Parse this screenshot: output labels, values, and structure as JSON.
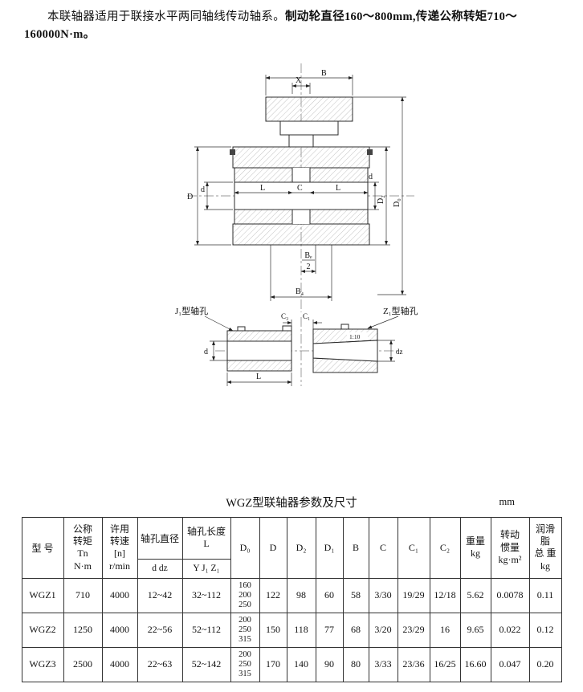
{
  "intro": {
    "part1": "本联轴器适用于联接水平两同轴线传动轴系。",
    "part2": "制动轮直径160～800mm,传递公称转矩710～160000N·m。"
  },
  "diagram": {
    "b": "B",
    "x": "X",
    "D": "D",
    "d_left": "d",
    "L_left": "L",
    "C": "C",
    "L_right": "L",
    "d_right": "d",
    "D2": "D₂",
    "D0": "D₀",
    "Be_num": "Bₑ",
    "Be_den": "2",
    "B4": "B₄",
    "j1_label": "J₁型轴孔",
    "z1_label": "Z₁型轴孔",
    "C3": "C₃",
    "C1": "C₁",
    "taper": "1:10",
    "d_detail": "d",
    "L_detail": "L",
    "dz_detail": "dz"
  },
  "table": {
    "title": "WGZ型联轴器参数及尺寸",
    "unit": "mm",
    "headers": {
      "model": "型  号",
      "torque": "公称\n转矩\nTn\nN·m",
      "speed": "许用\n转速\n[n]\nr/min",
      "bore_dia_top": "轴孔直径",
      "bore_dia_sub": "d  dz",
      "bore_len_top": "轴孔长度\nL",
      "bore_len_sub": "Y  J₁  Z₁",
      "D0": "D₀",
      "D": "D",
      "D2": "D₂",
      "D1": "D₁",
      "B": "B",
      "C": "C",
      "C1": "C₁",
      "C2": "C₂",
      "weight": "重量\nkg",
      "inertia": "转动\n惯量\nkg·m²",
      "grease": "润滑脂\n总  重\nkg"
    },
    "rows": [
      {
        "model": "WGZ1",
        "torque": "710",
        "speed": "4000",
        "bore_dia": "12~42",
        "bore_len": "32~112",
        "D0": "160\n200\n250",
        "D": "122",
        "D2": "98",
        "D1": "60",
        "B": "58",
        "C": "3/30",
        "C1": "19/29",
        "C2": "12/18",
        "weight": "5.62",
        "inertia": "0.0078",
        "grease": "0.11"
      },
      {
        "model": "WGZ2",
        "torque": "1250",
        "speed": "4000",
        "bore_dia": "22~56",
        "bore_len": "52~112",
        "D0": "200\n250\n315",
        "D": "150",
        "D2": "118",
        "D1": "77",
        "B": "68",
        "C": "3/20",
        "C1": "23/29",
        "C2": "16",
        "weight": "9.65",
        "inertia": "0.022",
        "grease": "0.12"
      },
      {
        "model": "WGZ3",
        "torque": "2500",
        "speed": "4000",
        "bore_dia": "22~63",
        "bore_len": "52~142",
        "D0": "200\n250\n315",
        "D": "170",
        "D2": "140",
        "D1": "90",
        "B": "80",
        "C": "3/33",
        "C1": "23/36",
        "C2": "16/25",
        "weight": "16.60",
        "inertia": "0.047",
        "grease": "0.20"
      }
    ]
  }
}
